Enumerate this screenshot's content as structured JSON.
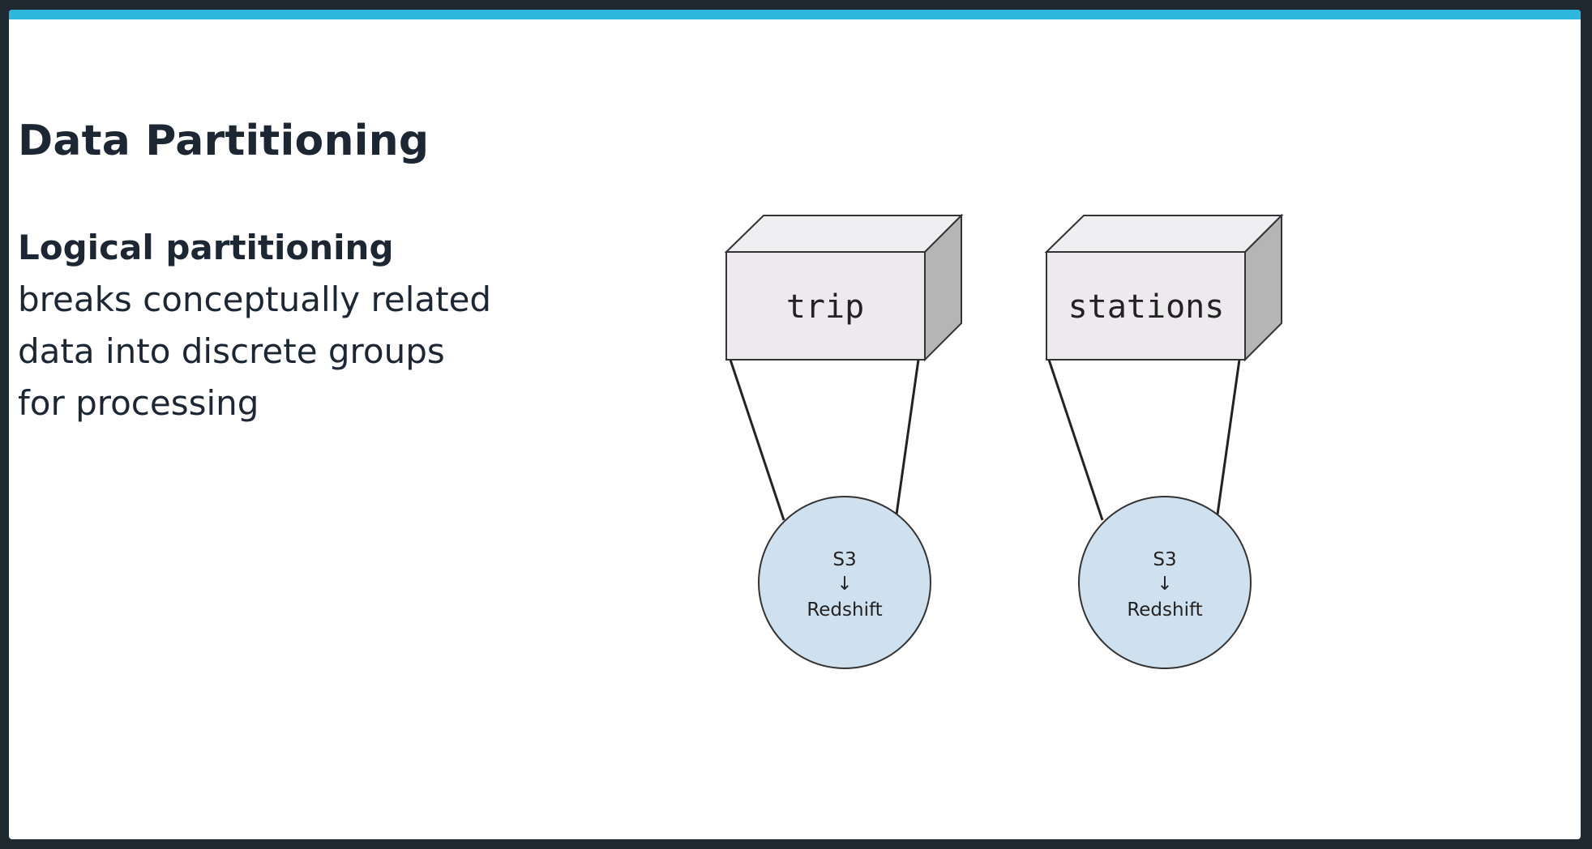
{
  "slide": {
    "title": "Data Partitioning",
    "lead": "Logical partitioning",
    "body_lines": [
      "breaks conceptually related",
      "data into discrete groups",
      "for processing"
    ]
  },
  "diagram": {
    "tables": [
      {
        "label": "trip",
        "source": "S3",
        "arrow": "↓",
        "target": "Redshift"
      },
      {
        "label": "stations",
        "source": "S3",
        "arrow": "↓",
        "target": "Redshift"
      }
    ],
    "colors": {
      "accent_bar": "#2eb7dc",
      "box_front": "#eceaec",
      "box_top": "#efeef0",
      "box_side": "#b5b5b5",
      "circle_fill": "#cfe1ef",
      "stroke": "#333333"
    }
  }
}
